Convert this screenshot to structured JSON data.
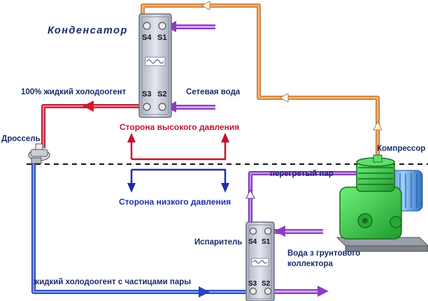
{
  "labels": {
    "condenser": "Конденсатор",
    "liquid_100": "100% жидкий холодоогент",
    "network_water": "Сетевая вода",
    "high_side": "Сторона высокого давления",
    "low_side": "Сторона низкого давления",
    "throttle": "Дроссель",
    "compressor": "Компрессор",
    "superheated": "перегретый пар",
    "evaporator": "Испаритель",
    "ground_water_1": "Вода з грунтового",
    "ground_water_2": "коллектора",
    "liquid_vapor": "жидкий холодоогент с частицами пары"
  },
  "ports": {
    "s1": "S1",
    "s2": "S2",
    "s3": "S3",
    "s4": "S4"
  },
  "colors": {
    "hot_pipe": "#f0a25a",
    "liquid_pipe": "#e02443",
    "cold_pipe": "#3f63d8",
    "water_pipe": "#a24cc9",
    "compressor": "#38c947",
    "exchanger": "#c2c7d6"
  }
}
